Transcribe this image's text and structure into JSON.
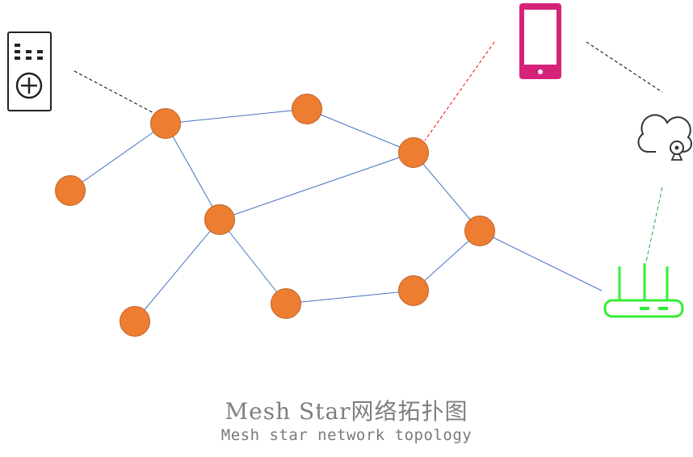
{
  "title": "Mesh Star网络拓扑图",
  "subtitle": "Mesh star network topology",
  "colors": {
    "node_fill": "#ED7D31",
    "node_stroke": "#C0632A",
    "mesh_link": "#4472C4",
    "remote_link": "#000000",
    "phone": "#D6237A",
    "phone_link": "#FF0000",
    "router": "#33EE33",
    "router_link": "#20B040",
    "remote": "#222222",
    "cloud": "#333333"
  },
  "nodes": [
    {
      "id": "n1"
    },
    {
      "id": "n2"
    },
    {
      "id": "n3"
    },
    {
      "id": "n4"
    },
    {
      "id": "n5"
    },
    {
      "id": "n6"
    },
    {
      "id": "n7"
    },
    {
      "id": "n8"
    },
    {
      "id": "n9"
    },
    {
      "id": "n10"
    }
  ],
  "links": [
    {
      "from": "n1",
      "to": "n2"
    },
    {
      "from": "n2",
      "to": "n3"
    },
    {
      "from": "n1",
      "to": "n4"
    },
    {
      "from": "n1",
      "to": "n5"
    },
    {
      "from": "n5",
      "to": "n3"
    },
    {
      "from": "n5",
      "to": "n6"
    },
    {
      "from": "n5",
      "to": "n7"
    },
    {
      "from": "n7",
      "to": "n8"
    },
    {
      "from": "n8",
      "to": "n9"
    },
    {
      "from": "n9",
      "to": "n3"
    },
    {
      "from": "n9",
      "to": "router"
    }
  ],
  "devices": [
    {
      "id": "remote",
      "icon": "remote-control-icon"
    },
    {
      "id": "phone",
      "icon": "smartphone-icon"
    },
    {
      "id": "cloud",
      "icon": "cloud-camera-icon"
    },
    {
      "id": "router",
      "icon": "router-icon"
    }
  ]
}
